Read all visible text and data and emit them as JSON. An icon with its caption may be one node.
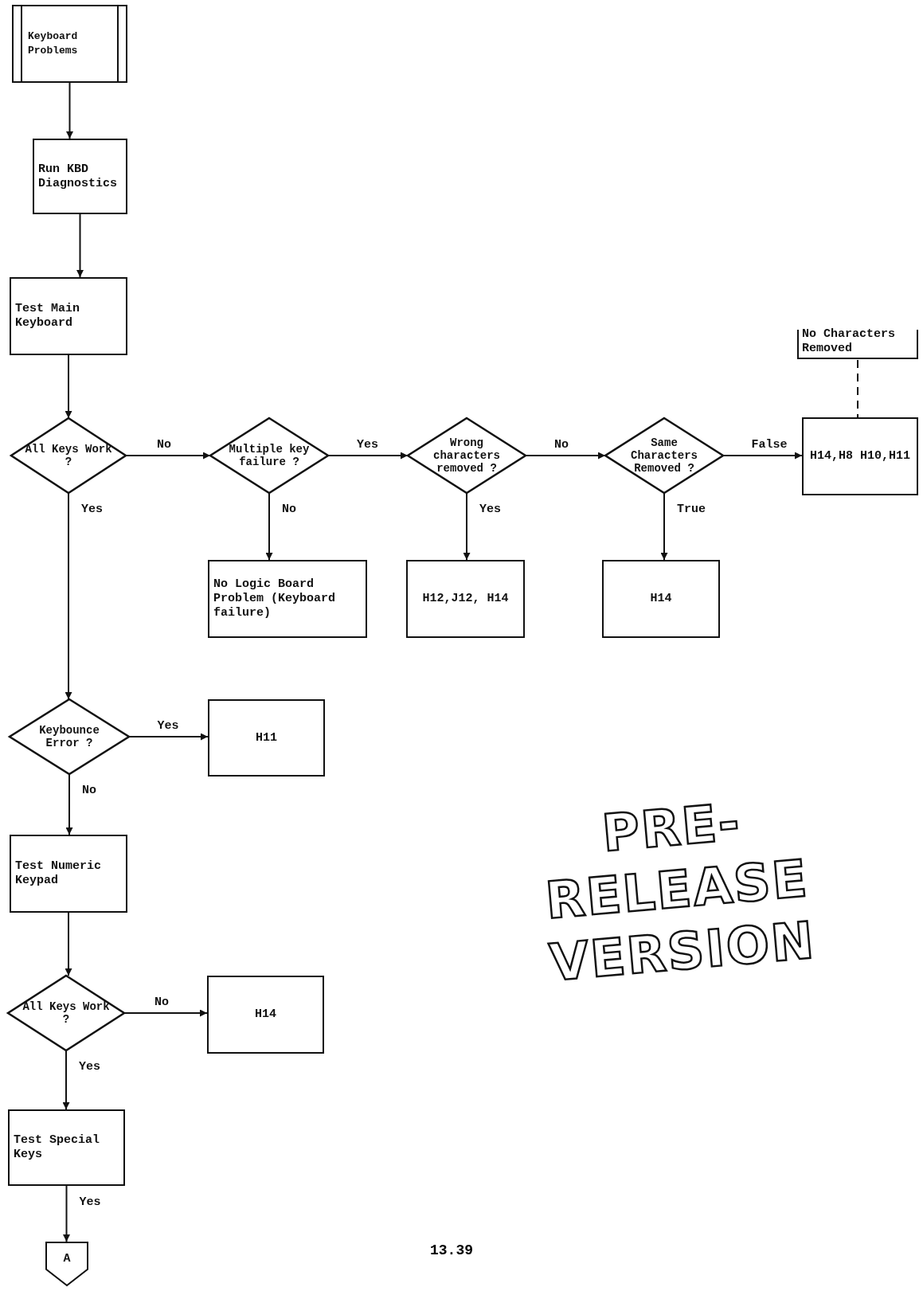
{
  "diagram": {
    "nodes": [
      {
        "text": [
          "Keyboard Problems"
        ]
      },
      {
        "text": [
          "Run KBD Diagnostics"
        ]
      },
      {
        "text": [
          "Test Main Keyboard"
        ]
      },
      {
        "text": [
          "All Keys Work ?"
        ]
      },
      {
        "text": [
          "Multiple key failure ?"
        ]
      },
      {
        "text": [
          "Wrong characters removed ?"
        ]
      },
      {
        "text": [
          "Same Characters Removed ?"
        ]
      },
      {
        "text": [
          "No Characters Removed"
        ]
      },
      {
        "text": [
          "H14,H8 H10,H11"
        ]
      },
      {
        "text": [
          "No Logic Board Problem (Keyboard failure)"
        ]
      },
      {
        "text": [
          "H12,J12, H14"
        ]
      },
      {
        "text": [
          "H14"
        ]
      },
      {
        "text": [
          "Keybounce Error ?"
        ]
      },
      {
        "text": [
          "H11"
        ]
      },
      {
        "text": [
          "Test Numeric Keypad"
        ]
      },
      {
        "text": [
          "All Keys Work ?"
        ]
      },
      {
        "text": [
          "H14"
        ]
      },
      {
        "text": [
          "Test Special Keys"
        ]
      },
      {
        "text": [
          "A"
        ]
      }
    ],
    "edges": [
      {
        "from": 0,
        "to": 1,
        "arrow": "to"
      },
      {
        "from": 1,
        "to": 2,
        "arrow": "to"
      },
      {
        "from": 2,
        "to": 3,
        "arrow": "to"
      },
      {
        "from": 3,
        "to": 4,
        "arrow": "to",
        "label": "No"
      },
      {
        "from": 4,
        "to": 5,
        "arrow": "to",
        "label": "Yes"
      },
      {
        "from": 5,
        "to": 6,
        "arrow": "to",
        "label": "No"
      },
      {
        "from": 6,
        "to": 8,
        "arrow": "to",
        "label": "False"
      },
      {
        "from": 7,
        "to": 8,
        "arrow": "none",
        "style": "dashed"
      },
      {
        "from": 4,
        "to": 9,
        "arrow": "to",
        "label": "No"
      },
      {
        "from": 5,
        "to": 10,
        "arrow": "to",
        "label": "Yes"
      },
      {
        "from": 6,
        "to": 11,
        "arrow": "to",
        "label": "True"
      },
      {
        "from": 3,
        "to": 12,
        "arrow": "to",
        "label": "Yes"
      },
      {
        "from": 12,
        "to": 13,
        "arrow": "to",
        "label": "Yes"
      },
      {
        "from": 12,
        "to": 14,
        "arrow": "to",
        "label": "No"
      },
      {
        "from": 14,
        "to": 15,
        "arrow": "to"
      },
      {
        "from": 15,
        "to": 16,
        "arrow": "to",
        "label": "No"
      },
      {
        "from": 15,
        "to": 17,
        "arrow": "to",
        "label": "Yes"
      },
      {
        "from": 17,
        "to": 18,
        "arrow": "to",
        "label": "Yes"
      }
    ],
    "labels": [
      "PRE-RELEASE VERSION",
      "13.39"
    ]
  }
}
